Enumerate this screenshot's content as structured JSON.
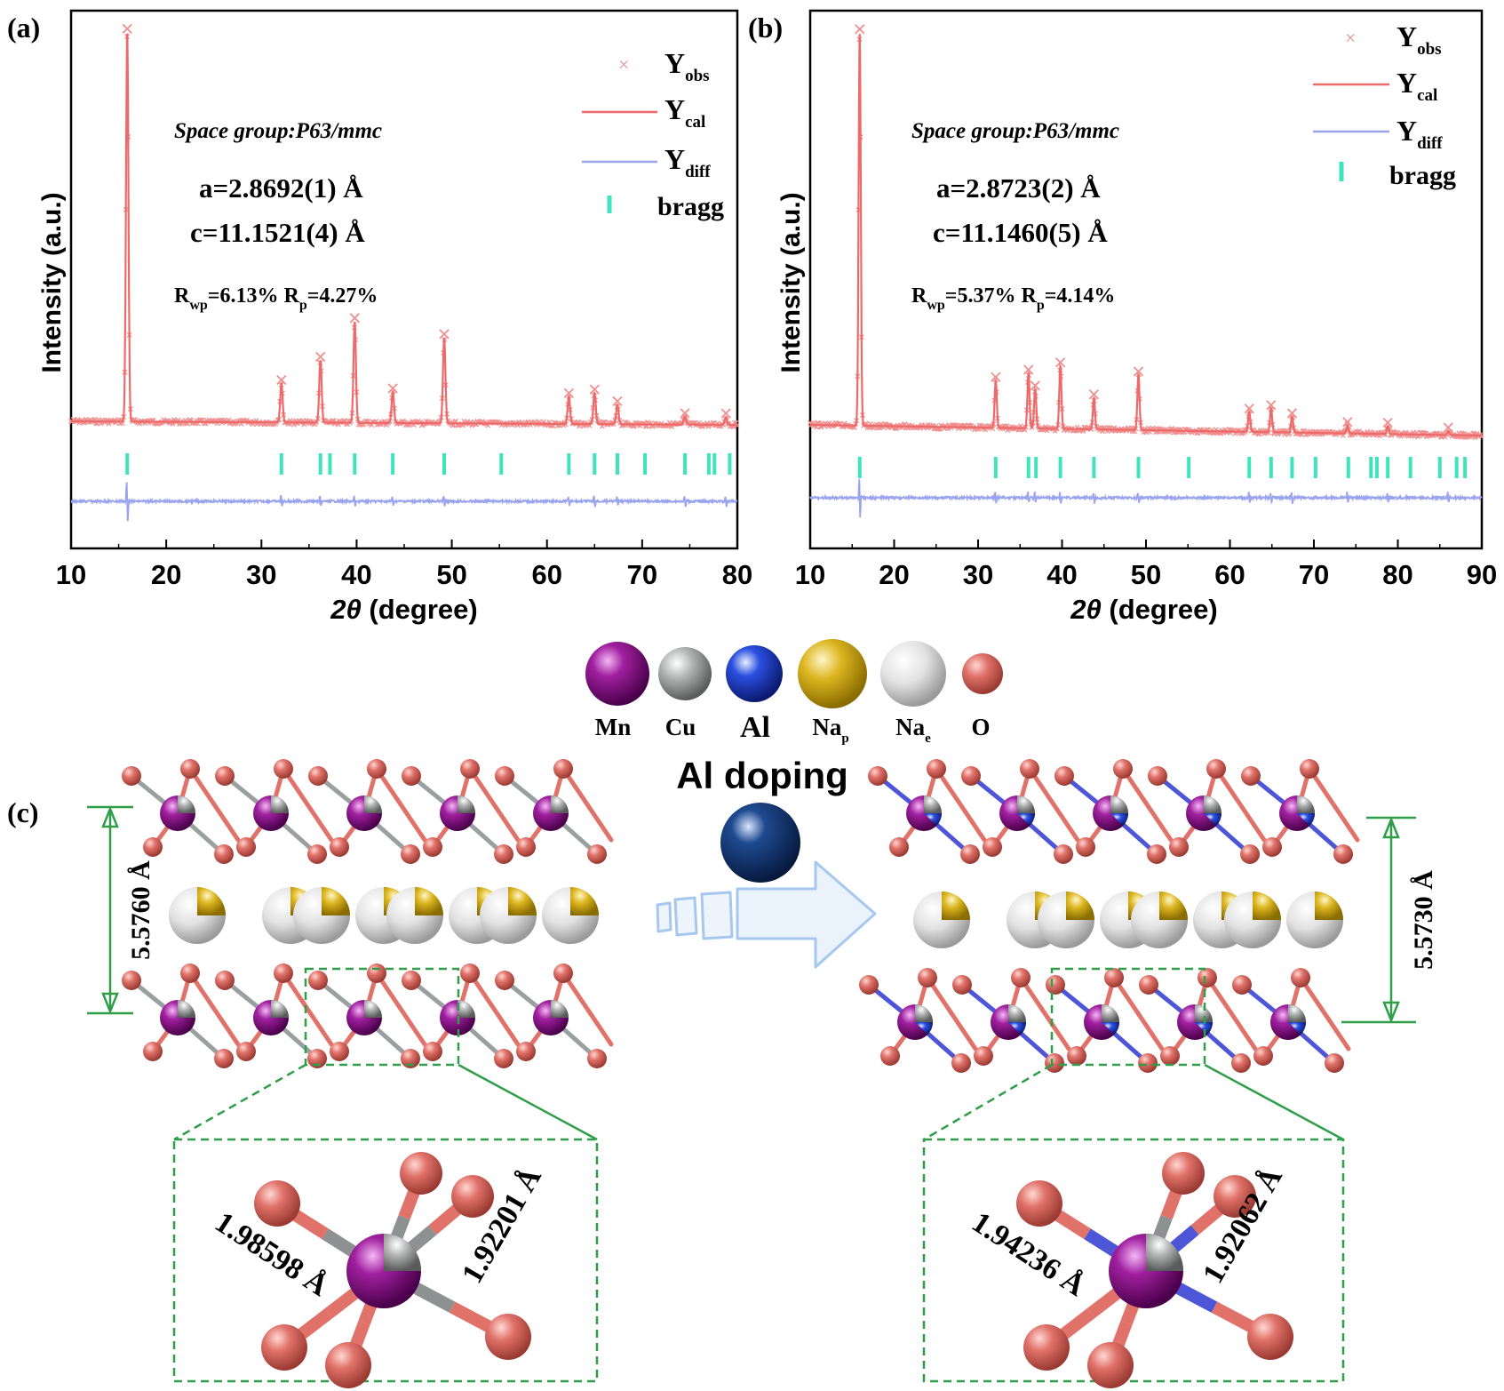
{
  "panel_labels": {
    "a": "(a)",
    "b": "(b)",
    "c": "(c)"
  },
  "colors": {
    "obs": "#f08f8f",
    "cal": "#ee6a6a",
    "diff": "#9aa3ee",
    "bragg": "#3fe3bd",
    "Mn": "#8f0f8f",
    "Cu": "#a9abab",
    "Al": "#1f3fcf",
    "Na_p": "#d7b21d",
    "Na_e": "#dcdcdc",
    "O": "#e0726a",
    "green": "#2e9e48",
    "arrow": "#a6c7ef"
  },
  "chart_data": [
    {
      "type": "line",
      "panel": "(a)",
      "xlabel_sym": "2θ",
      "xlabel_unit": "(degree)",
      "ylabel": "Intensity (a.u.)",
      "xlim": [
        10,
        80
      ],
      "xticks": [
        10,
        20,
        30,
        40,
        50,
        60,
        70,
        80
      ],
      "legend": [
        {
          "sym": "Y",
          "sub": "obs"
        },
        {
          "sym": "Y",
          "sub": "cal"
        },
        {
          "sym": "Y",
          "sub": "diff"
        },
        {
          "sym": "bragg",
          "sub": ""
        }
      ],
      "annotations": {
        "space_group": "Space group:P63/mmc",
        "a": "a=2.8692(1) Å",
        "c": "c=11.1521(4) Å",
        "r_line": {
          "Rwp_sym": "R",
          "Rwp_sub": "wp",
          "Rwp_val": "=6.13% ",
          "Rp_sym": "R",
          "Rp_sub": "p",
          "Rp_val": "=4.27%"
        }
      },
      "peaks": [
        {
          "x": 15.9,
          "h": 1.0
        },
        {
          "x": 32.1,
          "h": 0.1
        },
        {
          "x": 36.2,
          "h": 0.16
        },
        {
          "x": 39.8,
          "h": 0.26
        },
        {
          "x": 43.8,
          "h": 0.08
        },
        {
          "x": 49.2,
          "h": 0.22
        },
        {
          "x": 62.3,
          "h": 0.07
        },
        {
          "x": 65.0,
          "h": 0.08
        },
        {
          "x": 67.4,
          "h": 0.05
        },
        {
          "x": 74.5,
          "h": 0.02
        },
        {
          "x": 78.8,
          "h": 0.02
        }
      ],
      "bragg_positions": [
        15.9,
        32.1,
        36.2,
        37.2,
        39.8,
        43.8,
        49.2,
        55.2,
        62.3,
        65.0,
        67.4,
        70.3,
        74.5,
        77.0,
        77.6,
        79.2
      ]
    },
    {
      "type": "line",
      "panel": "(b)",
      "xlabel_sym": "2θ",
      "xlabel_unit": "(degree)",
      "ylabel": "Intensity (a.u.)",
      "xlim": [
        10,
        90
      ],
      "xticks": [
        10,
        20,
        30,
        40,
        50,
        60,
        70,
        80,
        90
      ],
      "legend": [
        {
          "sym": "Y",
          "sub": "obs"
        },
        {
          "sym": "Y",
          "sub": "cal"
        },
        {
          "sym": "Y",
          "sub": "diff"
        },
        {
          "sym": "bragg",
          "sub": ""
        }
      ],
      "annotations": {
        "space_group": "Space group:P63/mmc",
        "a": "a=2.8723(2) Å",
        "c": "c=11.1460(5) Å",
        "r_line": {
          "Rwp_sym": "R",
          "Rwp_sub": "wp",
          "Rwp_val": "=5.37% ",
          "Rp_sym": "R",
          "Rp_sub": "p",
          "Rp_val": "=4.14%"
        }
      },
      "peaks": [
        {
          "x": 15.9,
          "h": 1.0
        },
        {
          "x": 32.1,
          "h": 0.12
        },
        {
          "x": 36.0,
          "h": 0.14
        },
        {
          "x": 36.8,
          "h": 0.1
        },
        {
          "x": 39.8,
          "h": 0.16
        },
        {
          "x": 43.8,
          "h": 0.08
        },
        {
          "x": 49.1,
          "h": 0.14
        },
        {
          "x": 62.3,
          "h": 0.05
        },
        {
          "x": 64.9,
          "h": 0.06
        },
        {
          "x": 67.4,
          "h": 0.04
        },
        {
          "x": 74.0,
          "h": 0.02
        },
        {
          "x": 78.8,
          "h": 0.02
        },
        {
          "x": 86.0,
          "h": 0.01
        }
      ],
      "bragg_positions": [
        15.9,
        32.1,
        36.0,
        36.9,
        39.8,
        43.8,
        49.1,
        55.1,
        62.3,
        64.9,
        67.4,
        70.2,
        74.1,
        76.8,
        77.5,
        78.8,
        81.5,
        85.0,
        87.0,
        88.0
      ]
    }
  ],
  "structure": {
    "legend": [
      {
        "key": "Mn",
        "label": "Mn",
        "sub": ""
      },
      {
        "key": "Cu",
        "label": "Cu",
        "sub": ""
      },
      {
        "key": "Al",
        "label": "Al",
        "sub": ""
      },
      {
        "key": "Na_p",
        "label": "Na",
        "sub": "p"
      },
      {
        "key": "Na_e",
        "label": "Na",
        "sub": "e"
      },
      {
        "key": "O",
        "label": "O",
        "sub": ""
      }
    ],
    "arrow_label": "Al doping",
    "left_spacing": "5.5760 Å",
    "right_spacing": "5.5730 Å",
    "left_bonds": {
      "bond1": "1.98598 Å",
      "bond2": "1.92201 Å"
    },
    "right_bonds": {
      "bond1": "1.94236 Å",
      "bond2": "1.92062 Å"
    }
  }
}
